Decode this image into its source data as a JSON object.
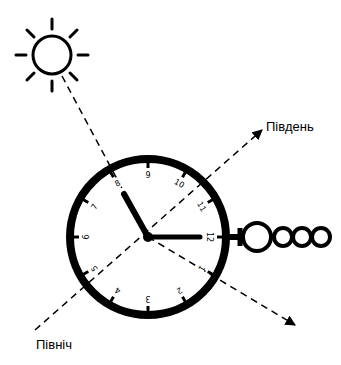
{
  "diagram": {
    "labels": [
      "Південь",
      "Північ",
      "1",
      "2",
      "3",
      "4",
      "5",
      "6",
      "7",
      "8",
      "9",
      "10",
      "11",
      "12"
    ]
  }
}
